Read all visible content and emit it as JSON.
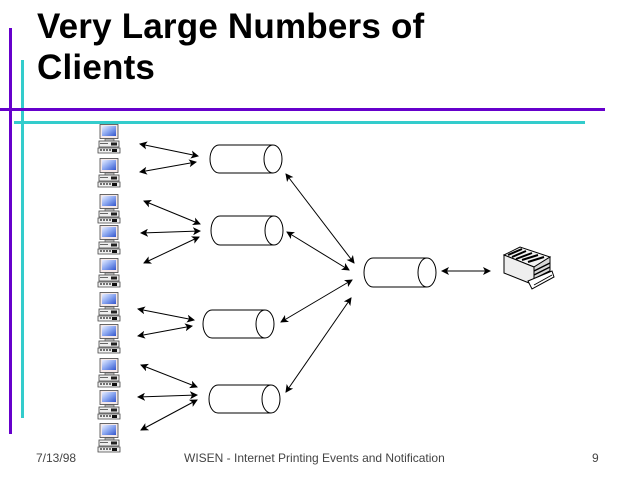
{
  "slide": {
    "title_line1": "Very Large Numbers of",
    "title_line2": "Clients",
    "colors": {
      "accent_primary": "#6600cc",
      "accent_secondary": "#33cccc"
    }
  },
  "diagram": {
    "client_icon": "desktop-computer-icon",
    "server_icon": "cylinder-server-icon",
    "printer_icon": "printer-icon",
    "clients": [
      {
        "id": "client-1",
        "server": "server-1"
      },
      {
        "id": "client-2",
        "server": "server-1"
      },
      {
        "id": "client-3",
        "server": "server-2"
      },
      {
        "id": "client-4",
        "server": "server-2"
      },
      {
        "id": "client-5",
        "server": "server-2"
      },
      {
        "id": "client-6",
        "server": "server-3"
      },
      {
        "id": "client-7",
        "server": "server-3"
      },
      {
        "id": "client-8",
        "server": "server-4"
      },
      {
        "id": "client-9",
        "server": "server-4"
      },
      {
        "id": "client-10",
        "server": "server-4"
      }
    ],
    "servers": [
      "server-1",
      "server-2",
      "server-3",
      "server-4"
    ],
    "central_server": "central-server",
    "printer": "printer",
    "connections_bidirectional": true
  },
  "footer": {
    "date": "7/13/98",
    "center": "WISEN - Internet  Printing Events and Notification",
    "page": "9"
  }
}
